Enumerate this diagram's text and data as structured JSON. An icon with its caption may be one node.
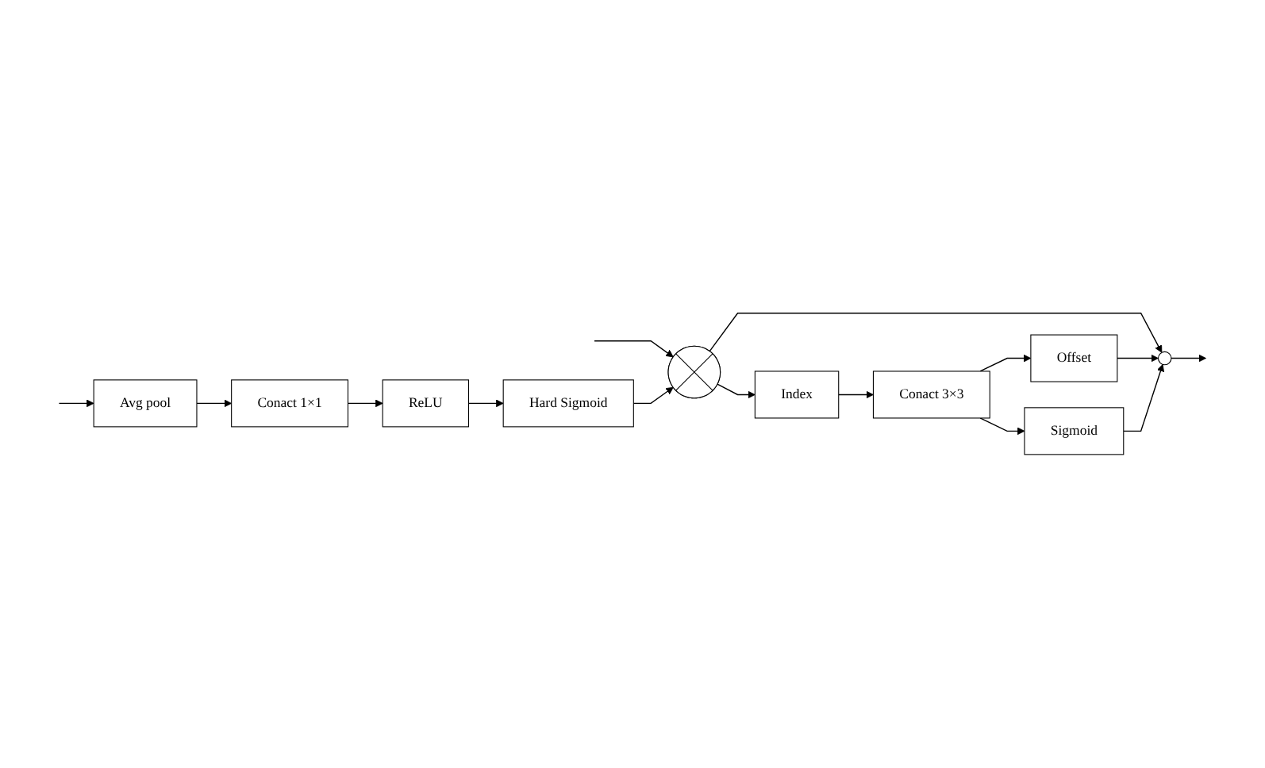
{
  "diagram": {
    "nodes": [
      {
        "text": [
          "Conact 1×1"
        ]
      },
      {
        "text": [
          "ReLU"
        ]
      },
      {
        "text": [
          "Avg pool"
        ]
      },
      {
        "text": [
          "Hard Sigmoid"
        ]
      },
      {
        "text": [],
        "shape": "circle"
      },
      {
        "text": [
          "Offset"
        ]
      },
      {
        "text": [
          "Sigmoid"
        ]
      },
      {
        "text": [
          "Conact 3×3"
        ]
      },
      {
        "text": [
          "Index"
        ]
      },
      {
        "text": [],
        "shape": "circle"
      }
    ],
    "edges": [
      {
        "from": null,
        "to": 4,
        "arrow": "to"
      },
      {
        "from": null,
        "to": 2,
        "arrow": "to"
      },
      {
        "from": 2,
        "to": 0,
        "arrow": "to"
      },
      {
        "from": 0,
        "to": 1,
        "arrow": "to"
      },
      {
        "from": 1,
        "to": 3,
        "arrow": "to"
      },
      {
        "from": 3,
        "to": 4,
        "arrow": "to"
      },
      {
        "from": 4,
        "to": 9,
        "arrow": "to"
      },
      {
        "from": 4,
        "to": 8,
        "arrow": "to"
      },
      {
        "from": 8,
        "to": 7,
        "arrow": "to"
      },
      {
        "from": 7,
        "to": 5,
        "arrow": "to"
      },
      {
        "from": 7,
        "to": 6,
        "arrow": "to"
      },
      {
        "from": 5,
        "to": 9,
        "arrow": "to"
      },
      {
        "from": 6,
        "to": 9,
        "arrow": "to"
      },
      {
        "from": 9,
        "to": null,
        "arrow": "to"
      }
    ]
  }
}
